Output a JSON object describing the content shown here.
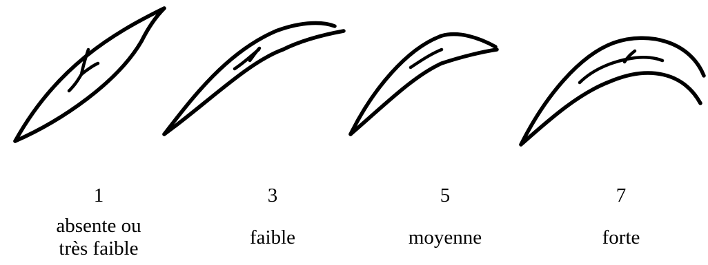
{
  "scale": [
    {
      "number": "1",
      "description": "absente ou\ntrès faible"
    },
    {
      "number": "3",
      "description": "faible"
    },
    {
      "number": "5",
      "description": "moyenne"
    },
    {
      "number": "7",
      "description": "forte"
    }
  ],
  "colors": {
    "ink": "#000000",
    "background": "#ffffff"
  }
}
